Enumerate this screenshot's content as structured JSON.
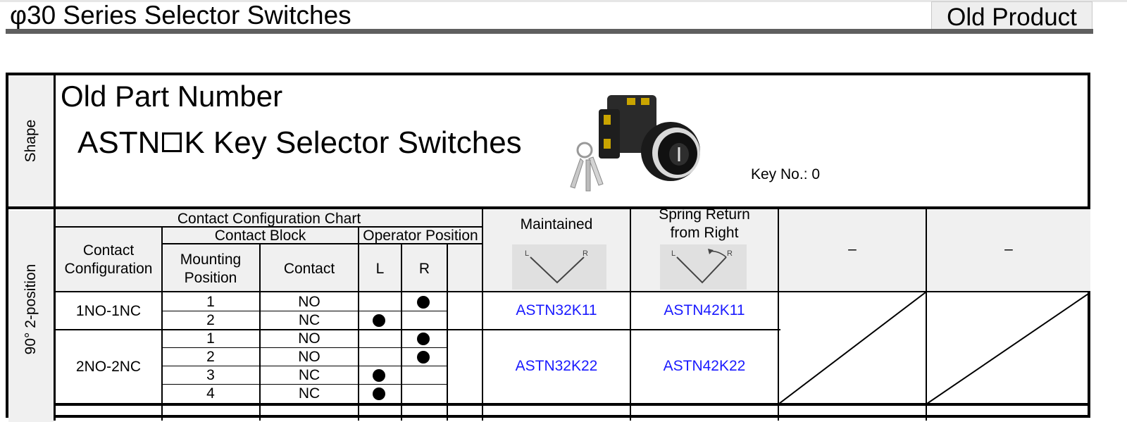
{
  "header": {
    "title": "φ30 Series Selector Switches",
    "badge": "Old Product"
  },
  "shape_section": {
    "side_label": "Shape",
    "old_part_number_label": "Old Part Number",
    "series_prefix": "ASTN",
    "series_suffix": "K Key Selector Switches",
    "key_no": "Key No.: 0"
  },
  "table": {
    "side_label": "90° 2-position",
    "chart_title": "Contact Configuration Chart",
    "contact_block": "Contact Block",
    "operator_position": "Operator Position",
    "contact_configuration": [
      "Contact",
      "Configuration"
    ],
    "mounting_position": [
      "Mounting",
      "Position"
    ],
    "contact": "Contact",
    "pos_l": "L",
    "pos_r": "R",
    "maintained": "Maintained",
    "spring_return": [
      "Spring Return",
      "from Right"
    ],
    "dash1": "–",
    "dash2": "–",
    "diagram_l": "L",
    "diagram_r": "R",
    "rows": [
      {
        "config": "1NO-1NC",
        "maintained": "ASTN32K11",
        "spring": "ASTN42K11",
        "blocks": [
          {
            "pos": "1",
            "contact": "NO",
            "l": false,
            "r": true
          },
          {
            "pos": "2",
            "contact": "NC",
            "l": true,
            "r": false
          }
        ]
      },
      {
        "config": "2NO-2NC",
        "maintained": "ASTN32K22",
        "spring": "ASTN42K22",
        "blocks": [
          {
            "pos": "1",
            "contact": "NO",
            "l": false,
            "r": true
          },
          {
            "pos": "2",
            "contact": "NO",
            "l": false,
            "r": true
          },
          {
            "pos": "3",
            "contact": "NC",
            "l": true,
            "r": false
          },
          {
            "pos": "4",
            "contact": "NC",
            "l": true,
            "r": false
          }
        ]
      }
    ]
  }
}
